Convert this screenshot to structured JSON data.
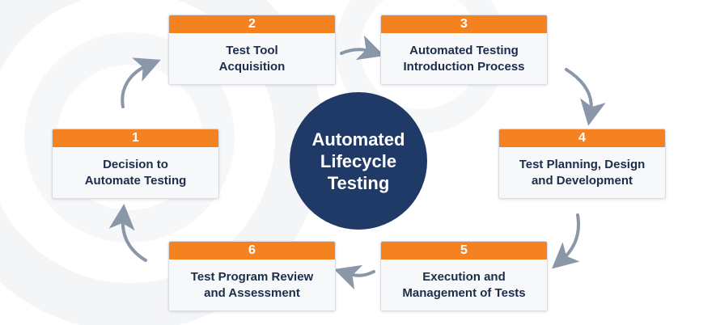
{
  "center": {
    "title": "Automated\nLifecycle\nTesting"
  },
  "steps": [
    {
      "number": "1",
      "title": "Decision to\nAutomate Testing"
    },
    {
      "number": "2",
      "title": "Test Tool\nAcquisition"
    },
    {
      "number": "3",
      "title": "Automated Testing\nIntroduction Process"
    },
    {
      "number": "4",
      "title": "Test Planning, Design\nand Development"
    },
    {
      "number": "5",
      "title": "Execution and\nManagement of Tests"
    },
    {
      "number": "6",
      "title": "Test Program Review\nand Assessment"
    }
  ],
  "colors": {
    "accent": "#f58220",
    "circle": "#1f3a66",
    "text": "#1c2d4a",
    "arrow": "#8a97a8"
  }
}
